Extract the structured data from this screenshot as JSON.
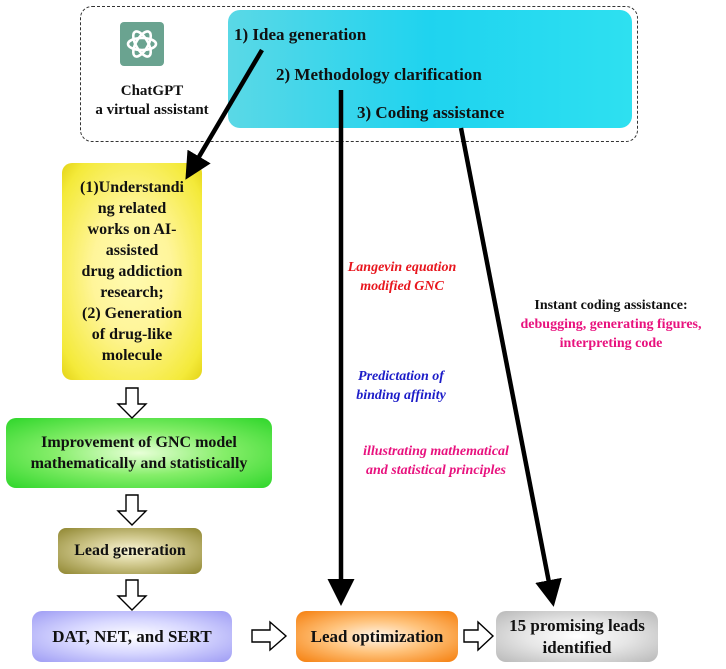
{
  "assistant": {
    "logo_icon": "openai-logo-icon",
    "name": "ChatGPT",
    "caption": "a virtual assistant"
  },
  "steps": [
    "1) Idea generation",
    "2) Methodology clarification",
    "3) Coding assistance"
  ],
  "boxes": {
    "understanding": {
      "lines": [
        "(1)Understandi",
        "ng related",
        "works on AI-",
        "assisted",
        "drug addiction",
        "research;",
        "(2) Generation",
        "of drug-like",
        "molecule"
      ]
    },
    "improvement": {
      "lines": [
        "Improvement of GNC model",
        "mathematically and statistically"
      ]
    },
    "lead_generation": "Lead generation",
    "targets": "DAT, NET, and SERT",
    "lead_optimization": "Lead optimization",
    "leads": {
      "lines": [
        "15 promising leads",
        "identified"
      ]
    }
  },
  "annotations": {
    "langevin": {
      "lines": [
        "Langevin equation",
        "modified GNC"
      ],
      "color": "#e8161e"
    },
    "binding": {
      "lines": [
        "Predictation of",
        "binding affinity"
      ],
      "color": "#1c1cc8"
    },
    "illustrating": {
      "lines": [
        "illustrating mathematical",
        "and statistical principles"
      ],
      "color": "#e8127e"
    },
    "coding": {
      "title": "Instant coding assistance:",
      "lines": [
        "debugging, generating figures,",
        "interpreting code"
      ],
      "color": "#e8127e"
    }
  }
}
